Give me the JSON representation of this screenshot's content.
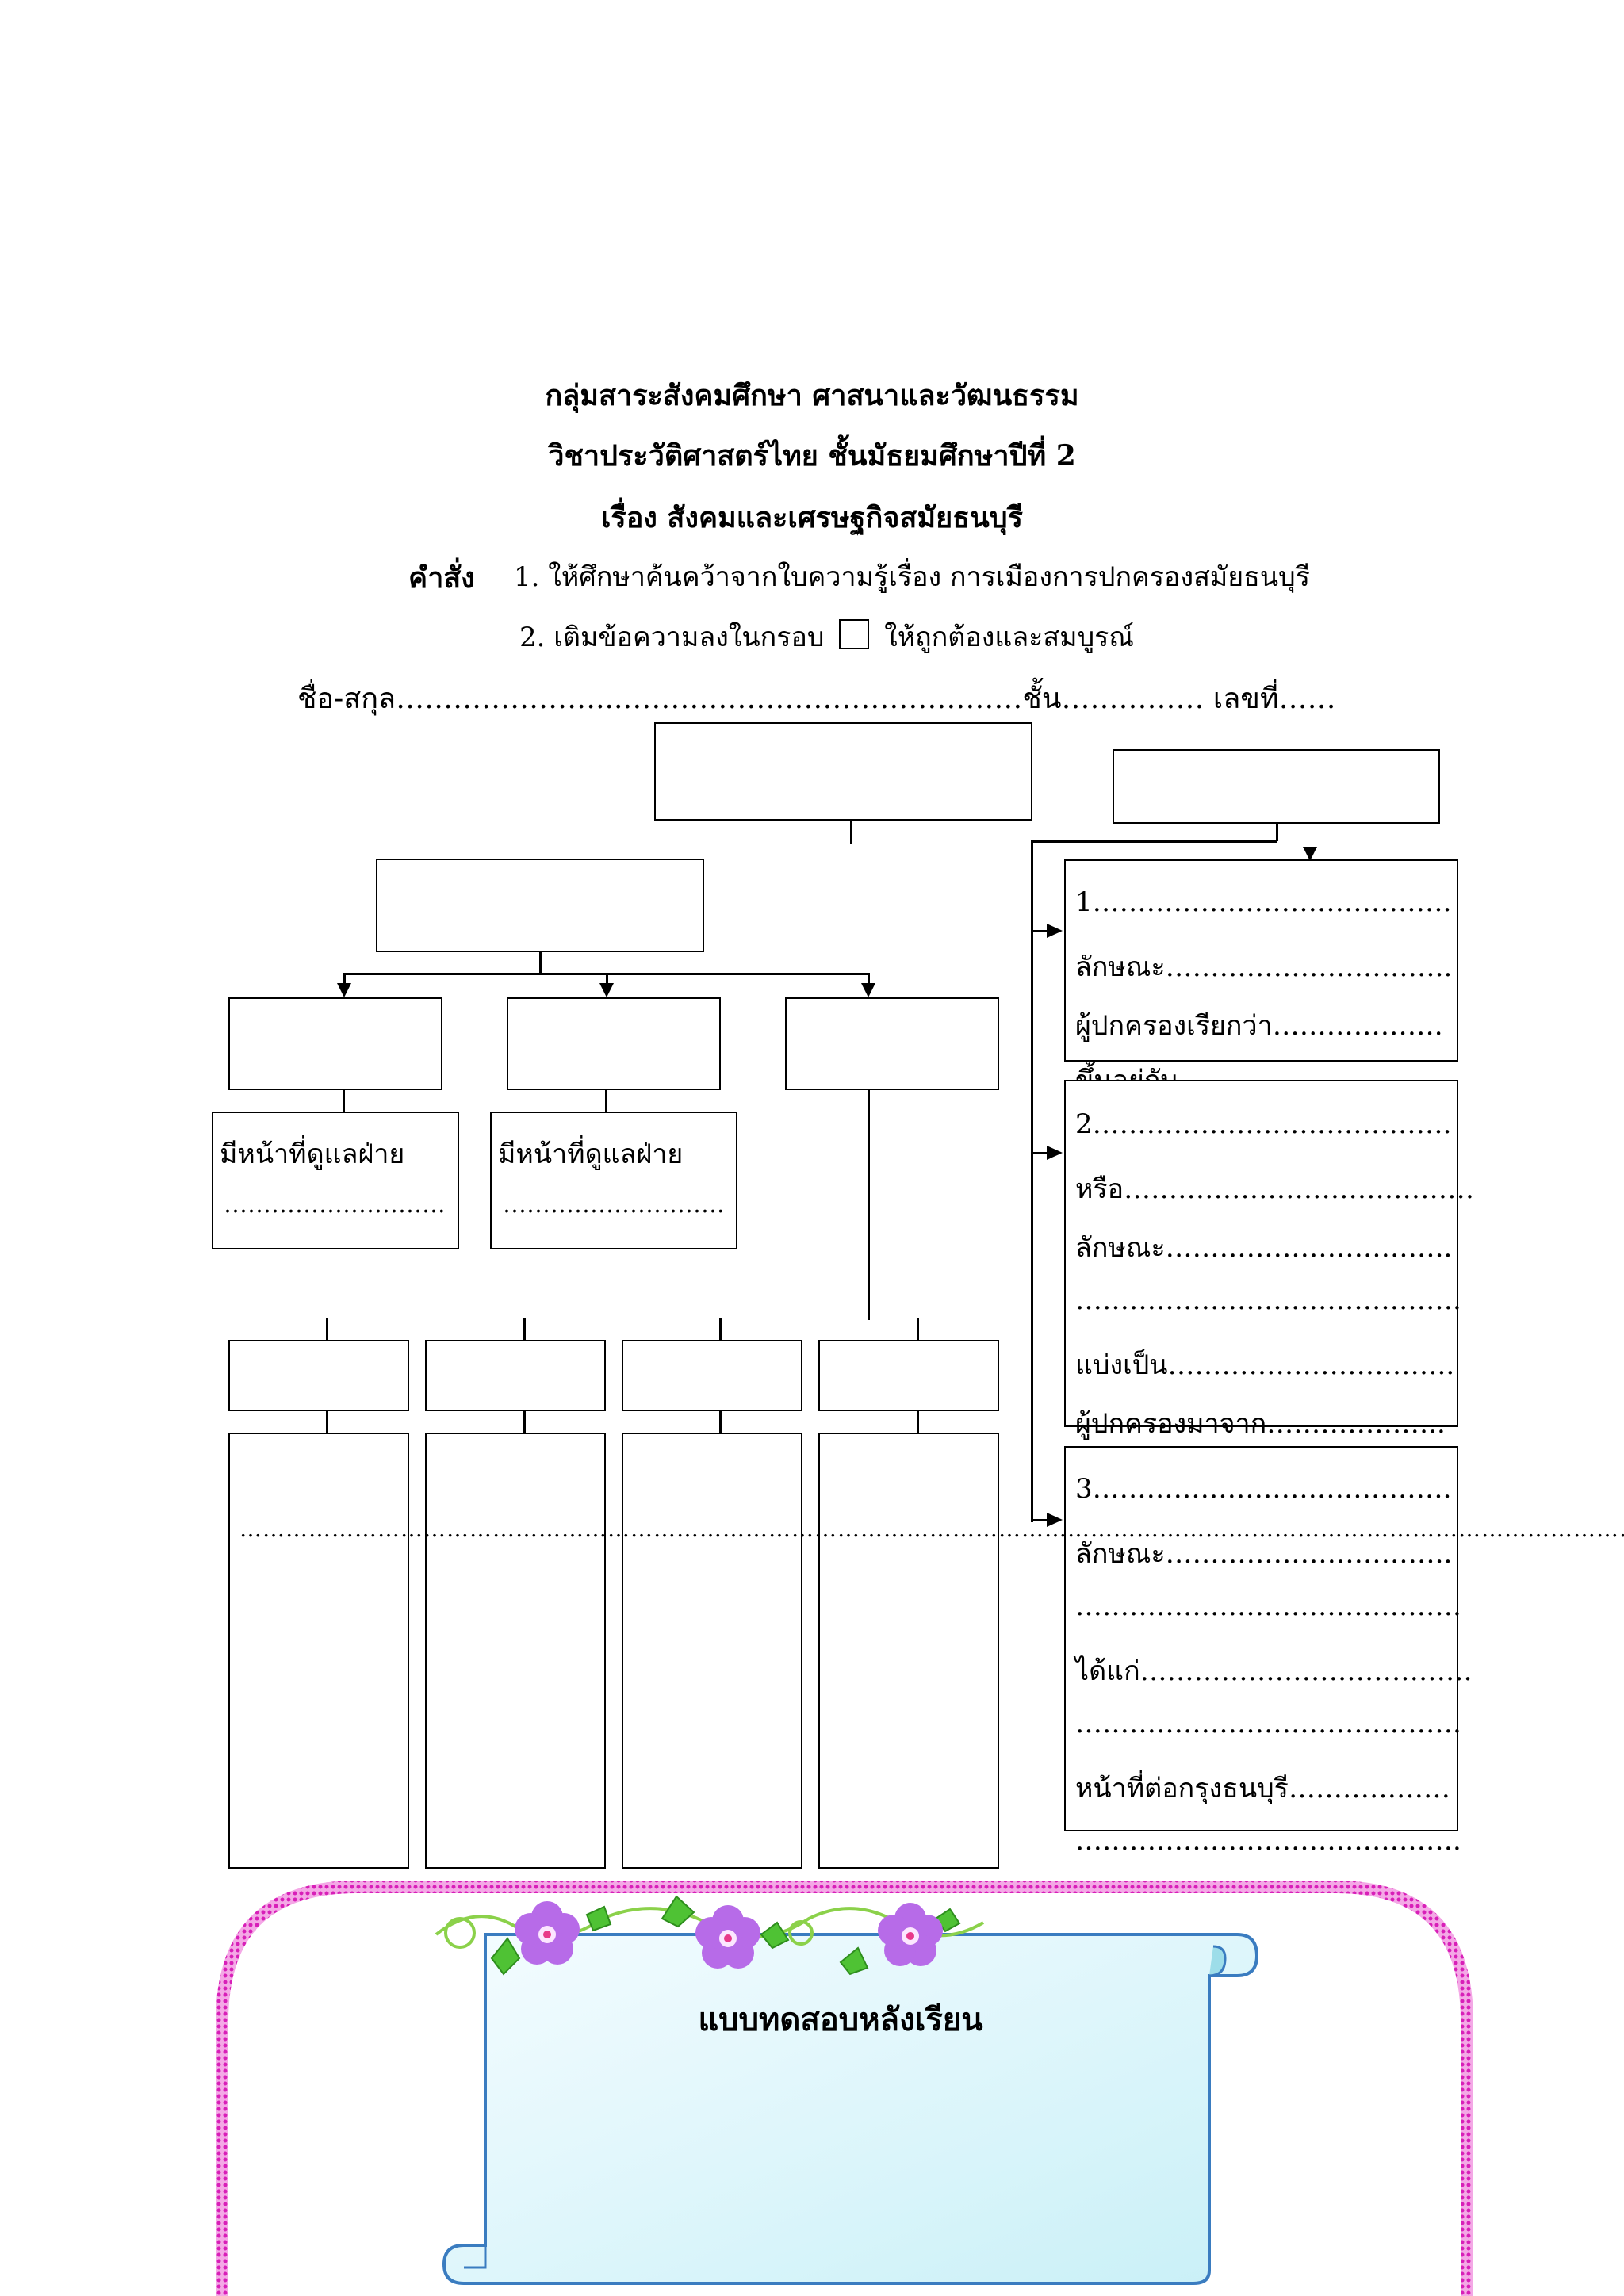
{
  "header": {
    "line1": "กลุ่มสาระสังคมศึกษา ศาสนาและวัฒนธรรม",
    "line2": "วิชาประวัติศาสตร์ไทย  ชั้นมัธยมศึกษาปีที่  2",
    "line3": "เรื่อง สังคมและเศรษฐกิจสมัยธนบุรี"
  },
  "instructions": {
    "label": "คำสั่ง",
    "item1": "1. ให้ศึกษาค้นคว้าจากใบความรู้เรื่อง การเมืองการปกครองสมัยธนบุรี",
    "item2_before": "2. เติมข้อความลงในกรอบ",
    "item2_after": "ให้ถูกต้องและสมบูรณ์"
  },
  "student_line": {
    "name_label": "ชื่อ-สกุล",
    "name_dots": "…………………...……………………………………",
    "class_label": "ชั้น",
    "class_dots": "……………",
    "number_label": "เลขที่",
    "number_dots": "……"
  },
  "left_labels": {
    "duty1": "มีหน้าที่ดูแลฝ่าย",
    "duty1_dots": "……………………….",
    "duty2": "มีหน้าที่ดูแลฝ่าย",
    "duty2_dots": "……………………….",
    "long_dots": "…………………………………………………………………………………………………………………………………………………………………………………………………………………………………………………………………………………"
  },
  "right_boxes": {
    "box1": [
      "1………………………………….",
      "ลักษณะ…………………………..",
      "ผู้ปกครองเรียกว่า……………….",
      "ขึ้นอยู่กับ"
    ],
    "box2": [
      "2………………………………….",
      "หรือ…………………………………",
      "ลักษณะ…………………………..",
      "…………………………………….",
      "แบ่งเป็น…………………………..",
      "ผู้ปกครองมาจาก……………….."
    ],
    "box3": [
      "3………………………………….",
      "ลักษณะ…………………………..",
      "…………………………………….",
      "ได้แก่……………………………….",
      "…………………………………….",
      "หน้าที่ต่อกรุงธนบุรี………………",
      "……………………………………."
    ]
  },
  "footer": {
    "scroll_title": "แบบทดสอบหลังเรียน"
  },
  "colors": {
    "frame_pink": "#e23fc3",
    "scroll_fill": "#e0f7fb",
    "scroll_border": "#3a7cc0",
    "flower_purple": "#b76be8",
    "leaf_green": "#4fc234"
  }
}
